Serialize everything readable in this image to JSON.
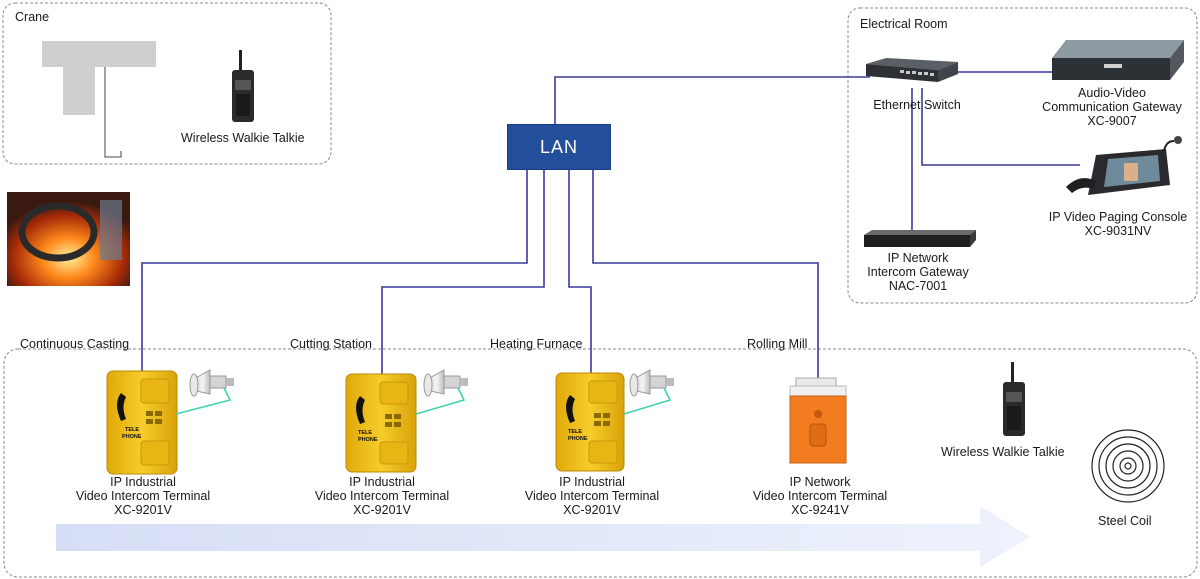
{
  "zones": {
    "crane": "Crane",
    "electrical_room": "Electrical Room"
  },
  "network": {
    "lan": "LAN"
  },
  "electrical": {
    "switch": "Ethernet Switch",
    "gateway_av": [
      "Audio-Video",
      "Communication Gateway",
      "XC-9007"
    ],
    "paging_console": [
      "IP Video Paging Console",
      "XC-9031NV"
    ],
    "intercom_gateway": [
      "IP Network",
      "Intercom Gateway",
      "NAC-7001"
    ]
  },
  "crane_area": {
    "walkie": "Wireless Walkie Talkie"
  },
  "stations": [
    {
      "name": "Continuous Casting",
      "device": [
        "IP Industrial",
        "Video Intercom Terminal",
        "XC-9201V"
      ]
    },
    {
      "name": "Cutting Station",
      "device": [
        "IP Industrial",
        "Video Intercom Terminal",
        "XC-9201V"
      ]
    },
    {
      "name": "Heating Furnace",
      "device": [
        "IP Industrial",
        "Video Intercom Terminal",
        "XC-9201V"
      ]
    },
    {
      "name": "Rolling Mill",
      "device": [
        "IP Network",
        "Video Intercom Terminal",
        "XC-9241V"
      ]
    }
  ],
  "floor": {
    "walkie": "Wireless Walkie Talkie",
    "coil": "Steel Coil"
  },
  "phone_text": [
    "TELE",
    "PHONE"
  ],
  "colors": {
    "link_line": "#3a3a9c",
    "lan_box": "#234e9c",
    "phone_yellow": "#f2c21c",
    "terminal_orange": "#f07a1e",
    "speaker_link": "#3fd3b0",
    "flow_arrow": "#dde5f8"
  }
}
